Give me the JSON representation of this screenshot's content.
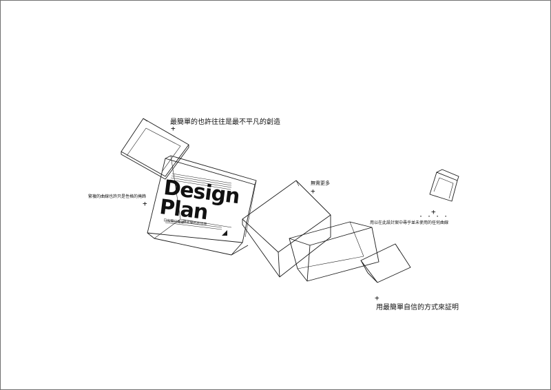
{
  "colors": {
    "line": "#1a1a1a",
    "ink": "#111111",
    "frame": "#6f6f6f"
  },
  "poster": {
    "word1": "Design",
    "word2": "Plan",
    "sub_left": "口如簡只簡單",
    "sub_right": "連結簡約的世界"
  },
  "captions": {
    "top": "最簡單的也許往往是最不平凡的創造",
    "left": "繁複的曲線也許只是性格的掩飾",
    "mid": "無需更多",
    "right": "用以在此設計案中尋乎並未使用的任何曲線",
    "bottom": "用最簡單自信的方式來証明"
  },
  "marks": {
    "plus": "+",
    "dots": "· · · ·"
  }
}
